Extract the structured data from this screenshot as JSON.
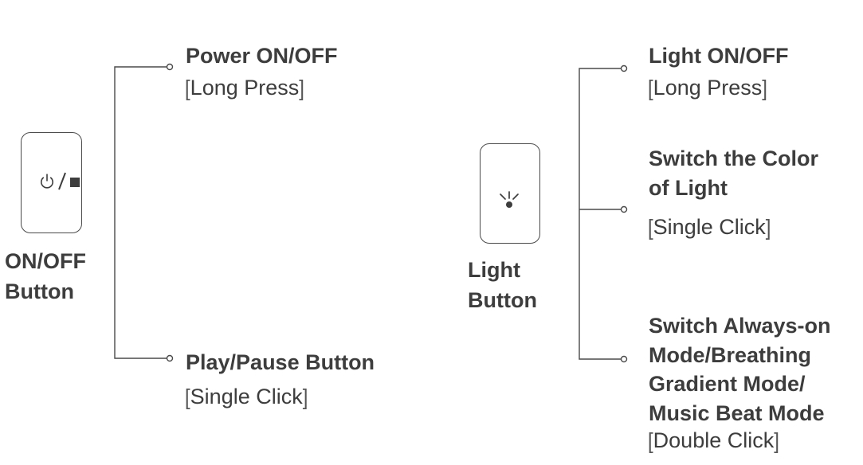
{
  "onoff": {
    "button_icon": "power-stop-icon",
    "button_label_line1": "ON/OFF",
    "button_label_line2": "Button",
    "functions": [
      {
        "title": "Power ON/OFF",
        "action": "Long Press"
      },
      {
        "title": "Play/Pause Button",
        "action": "Single Click"
      }
    ]
  },
  "light": {
    "button_icon": "light-bulb-icon",
    "button_label_line1": "Light",
    "button_label_line2": "Button",
    "functions": [
      {
        "title_lines": [
          "Light ON/OFF"
        ],
        "action": "Long Press"
      },
      {
        "title_lines": [
          "Switch the Color",
          "of Light"
        ],
        "action": "Single Click"
      },
      {
        "title_lines": [
          "Switch Always-on",
          "Mode/Breathing",
          "Gradient Mode/",
          "Music Beat Mode"
        ],
        "action": "Double Click"
      }
    ]
  },
  "colors": {
    "ink": "#3d3d3d",
    "line": "#4a4a4a"
  }
}
